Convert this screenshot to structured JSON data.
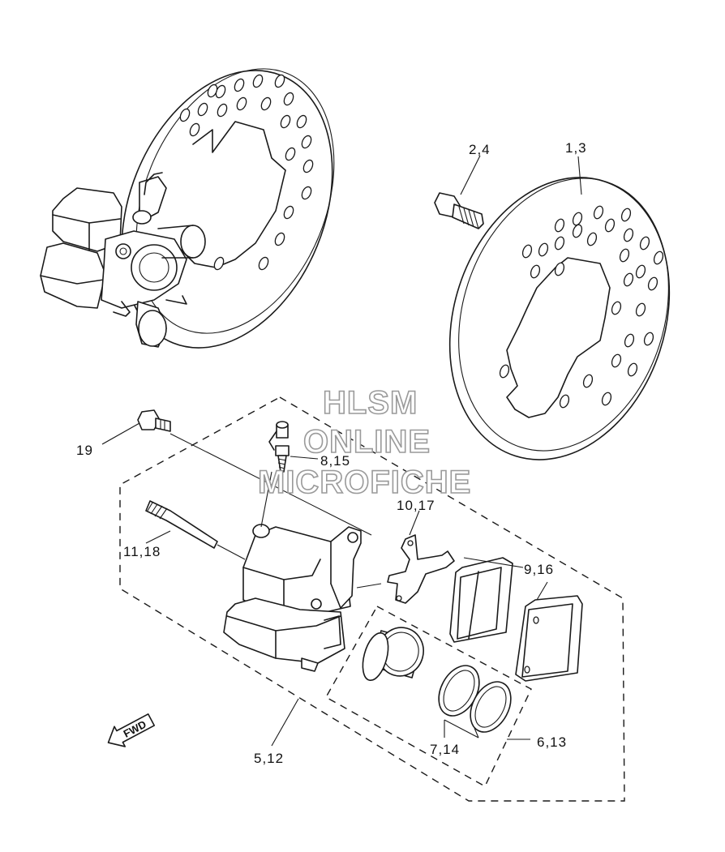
{
  "callouts": {
    "c_1_3": "1,3",
    "c_2_4": "2,4",
    "c_19": "19",
    "c_8_15": "8,15",
    "c_10_17": "10,17",
    "c_11_18": "11,18",
    "c_9_16": "9,16",
    "c_5_12": "5,12",
    "c_7_14": "7,14",
    "c_6_13": "6,13"
  },
  "watermark": {
    "line1": "HLSM",
    "line2": "ONLINE",
    "line3": "MICROFICHE"
  },
  "fwd_label": "FWD",
  "colors": {
    "ink": "#1a1a1a",
    "watermark_outline": "#9a9a9a",
    "background": "#ffffff"
  }
}
